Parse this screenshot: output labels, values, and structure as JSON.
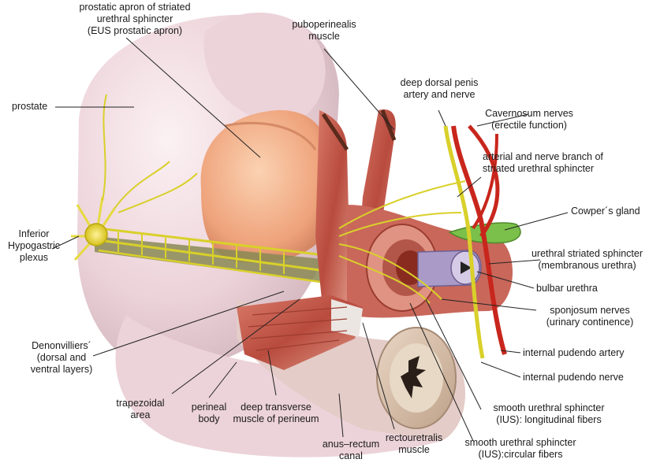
{
  "labels": {
    "prostatic_apron": "prostatic apron of striated\nurethral sphincter\n(EUS prostatic apron)",
    "puboperinealis": "puboperinealis\nmuscle",
    "deep_dorsal_penis": "deep dorsal penis\nartery and nerve",
    "cavernosum_nerves": "Cavernosum nerves\n(erectile function)",
    "arterial_nerve_branch": "arterial and nerve branch of\nstriated urethral sphincter",
    "prostate": "prostate",
    "cowpers_gland": "Cowper´s gland",
    "inferior_hypogastric": "Inferior\nHypogastric\nplexus",
    "urethral_striated_sphincter": "urethral striated sphincter\n(membranous urethra)",
    "bulbar_urethra": "bulbar urethra",
    "sponjosum_nerves": "sponjosum nerves\n(urinary continence)",
    "denonvilliers": "Denonvilliers´\n(dorsal and\nventral layers)",
    "internal_pudendo_artery": "internal pudendo artery",
    "internal_pudendo_nerve": "internal pudendo nerve",
    "trapezoidal_area": "trapezoidal\narea",
    "perineal_body": "perineal\nbody",
    "deep_transverse": "deep transverse\nmuscle of perineum",
    "smooth_longitudinal": "smooth urethral sphincter\n(IUS):  longitudinal fibers",
    "rectouretralis": "rectouretralis\nmuscle",
    "anus_rectum": "anus–rectum\ncanal",
    "smooth_circular": "smooth urethral sphincter\n(IUS):circular fibers"
  },
  "colors": {
    "tissue_background": "#f1dbe0",
    "prostate": "#f0b083",
    "muscle": "#c0584a",
    "nerve": "#d9d02a",
    "artery": "#c8261c",
    "urethra": "#a99ac8",
    "rectum": "#d8c0a8"
  }
}
